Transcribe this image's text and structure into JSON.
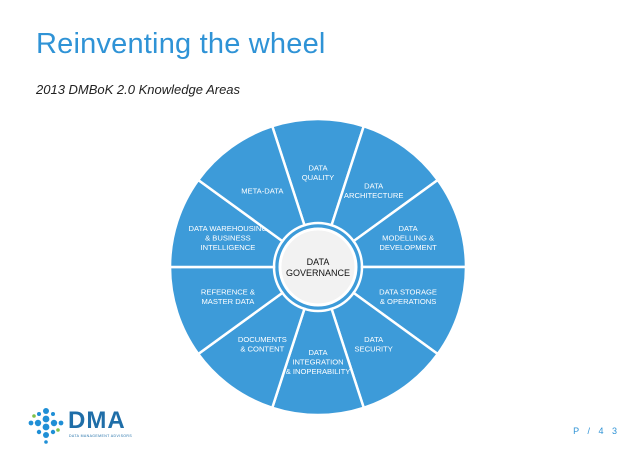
{
  "slide": {
    "title": "Reinventing the wheel",
    "subtitle": "2013 DMBoK 2.0 Knowledge Areas",
    "page_prefix": "P /",
    "page_number": "4 3"
  },
  "wheel": {
    "center_lines": [
      "DATA",
      "GOVERNANCE"
    ],
    "segments": [
      {
        "name": "data-quality",
        "lines": [
          "DATA",
          "QUALITY"
        ]
      },
      {
        "name": "data-architecture",
        "lines": [
          "DATA",
          "ARCHITECTURE"
        ]
      },
      {
        "name": "data-modelling-development",
        "lines": [
          "DATA",
          "MODELLING &",
          "DEVELOPMENT"
        ]
      },
      {
        "name": "data-storage-operations",
        "lines": [
          "DATA STORAGE",
          "& OPERATIONS"
        ]
      },
      {
        "name": "data-security",
        "lines": [
          "DATA",
          "SECURITY"
        ]
      },
      {
        "name": "data-integration-interoperability",
        "lines": [
          "DATA",
          "INTEGRATION",
          "& INOPERABILITY"
        ]
      },
      {
        "name": "documents-content",
        "lines": [
          "DOCUMENTS",
          "& CONTENT"
        ]
      },
      {
        "name": "reference-master-data",
        "lines": [
          "REFERENCE &",
          "MASTER DATA"
        ]
      },
      {
        "name": "data-warehousing-bi",
        "lines": [
          "DATA WAREHOUSING",
          "& BUSINESS",
          "INTELLIGENCE"
        ]
      },
      {
        "name": "meta-data",
        "lines": [
          "META-DATA"
        ]
      }
    ],
    "colors": {
      "segment": "#3d9bd9",
      "divider": "#ffffff",
      "center": "#f2f2f2",
      "center_text": "#111111",
      "segment_text": "#ffffff"
    }
  },
  "logo": {
    "word": "DMA",
    "tagline": "DATA MANAGEMENT ADVISORS"
  }
}
